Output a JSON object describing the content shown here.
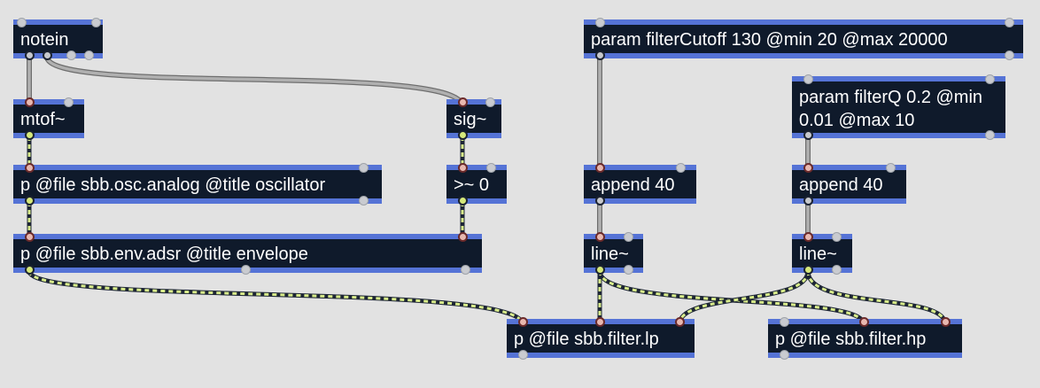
{
  "colors": {
    "canvas": "#e2e2e2",
    "object_fill": "#0f1a2b",
    "object_border": "#5573d6",
    "object_text": "#ffffff",
    "control_cord": "#9a9a9a",
    "signal_cord_dash": "#d8ec8a"
  },
  "objects": [
    {
      "id": "notein",
      "text": "notein"
    },
    {
      "id": "mtof",
      "text": "mtof~"
    },
    {
      "id": "osc",
      "text": "p @file sbb.osc.analog @title oscillator"
    },
    {
      "id": "env",
      "text": "p @file sbb.env.adsr @title envelope"
    },
    {
      "id": "sig",
      "text": "sig~"
    },
    {
      "id": "thresh",
      "text": ">~ 0"
    },
    {
      "id": "cutoff",
      "text": "param filterCutoff 130 @min 20 @max 20000"
    },
    {
      "id": "append1",
      "text": "append 40"
    },
    {
      "id": "line1",
      "text": "line~"
    },
    {
      "id": "filterq",
      "text": "param filterQ 0.2 @min 0.01 @max 10"
    },
    {
      "id": "append2",
      "text": "append 40"
    },
    {
      "id": "line2",
      "text": "line~"
    },
    {
      "id": "lp",
      "text": "p @file sbb.filter.lp"
    },
    {
      "id": "hp",
      "text": "p @file sbb.filter.hp"
    }
  ],
  "connections": [
    {
      "from": "notein",
      "to": "mtof",
      "type": "control"
    },
    {
      "from": "notein",
      "to": "sig",
      "type": "control"
    },
    {
      "from": "mtof",
      "to": "osc",
      "type": "signal"
    },
    {
      "from": "osc",
      "to": "env",
      "type": "signal"
    },
    {
      "from": "sig",
      "to": "thresh",
      "type": "signal"
    },
    {
      "from": "thresh",
      "to": "env",
      "type": "signal"
    },
    {
      "from": "cutoff",
      "to": "append1",
      "type": "control"
    },
    {
      "from": "append1",
      "to": "line1",
      "type": "control"
    },
    {
      "from": "filterq",
      "to": "append2",
      "type": "control"
    },
    {
      "from": "append2",
      "to": "line2",
      "type": "control"
    },
    {
      "from": "env",
      "to": "lp",
      "type": "signal"
    },
    {
      "from": "line1",
      "to": "lp",
      "type": "signal"
    },
    {
      "from": "line1",
      "to": "hp",
      "type": "signal"
    },
    {
      "from": "line2",
      "to": "lp",
      "type": "signal"
    },
    {
      "from": "line2",
      "to": "hp",
      "type": "signal"
    }
  ]
}
